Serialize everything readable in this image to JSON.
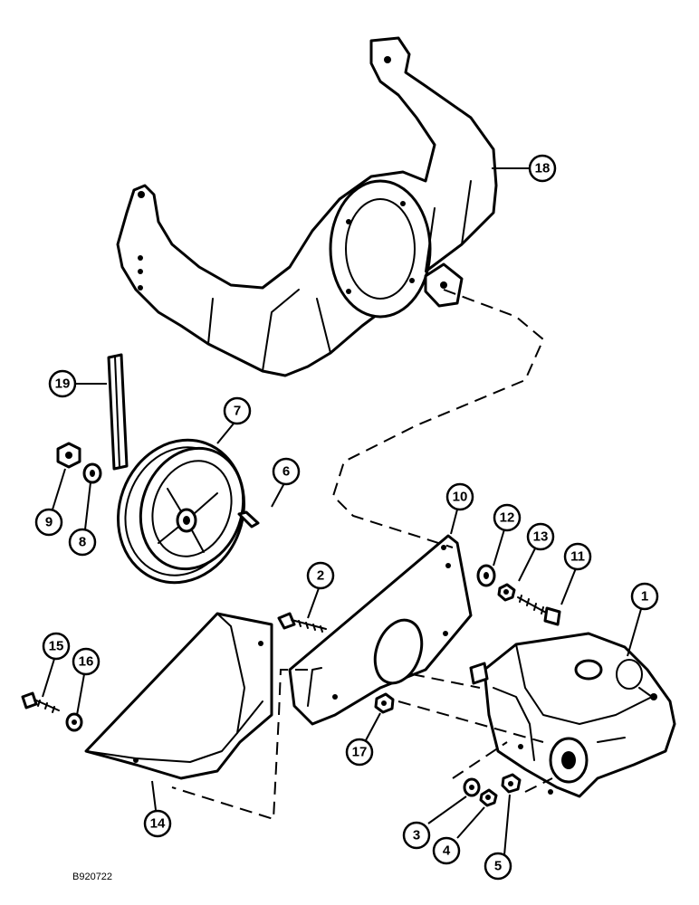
{
  "callouts": {
    "c1": "1",
    "c2": "2",
    "c3": "3",
    "c4": "4",
    "c5": "5",
    "c6": "6",
    "c7": "7",
    "c8": "8",
    "c9": "9",
    "c10": "10",
    "c11": "11",
    "c12": "12",
    "c13": "13",
    "c14": "14",
    "c15": "15",
    "c16": "16",
    "c17": "17",
    "c18": "18",
    "c19": "19"
  },
  "reference_code": "B920722"
}
